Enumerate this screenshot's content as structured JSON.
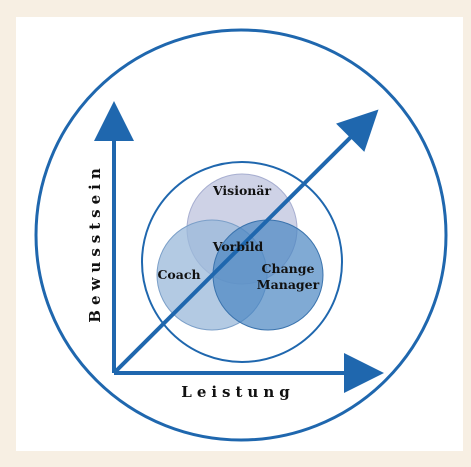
{
  "diagram": {
    "axes": {
      "x_label": "Leistung",
      "y_label": "Bewusstsein"
    },
    "roles": {
      "top": "Visionär",
      "center": "Vorbild",
      "left": "Coach",
      "right_line1": "Change",
      "right_line2": "Manager"
    },
    "colors": {
      "accent": "#1f67ae",
      "background": "#f7efe3",
      "panel": "#ffffff",
      "circle_top": "#c9cde3",
      "circle_left": "#9ab8da",
      "circle_right": "#4a86c2"
    }
  }
}
